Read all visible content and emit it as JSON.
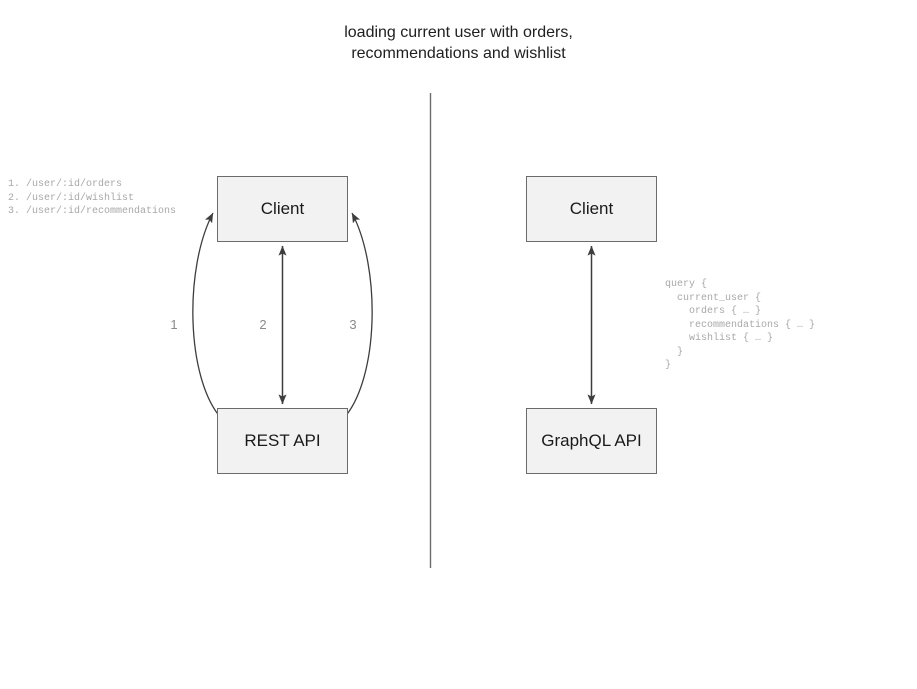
{
  "title": "loading current user with orders,\nrecommendations and wishlist",
  "colors": {
    "box_fill": "#f2f2f2",
    "box_border": "#6b6b6b",
    "stroke": "#3d3d3d",
    "divider": "#6b6b6b",
    "code_text": "#a8a8a8",
    "label_text": "#8a8a8a",
    "background": "#ffffff"
  },
  "rest_panel": {
    "client_label": "Client",
    "api_label": "REST API",
    "endpoints_text": "1. /user/:id/orders\n2. /user/:id/wishlist\n3. /user/:id/recommendations",
    "endpoints": [
      "1. /user/:id/orders",
      "2. /user/:id/wishlist",
      "3. /user/:id/recommendations"
    ],
    "arrow_labels": [
      "1",
      "2",
      "3"
    ]
  },
  "graphql_panel": {
    "client_label": "Client",
    "api_label": "GraphQL API",
    "query_text": "query {\n  current_user {\n    orders { … }\n    recommendations { … }\n    wishlist { … }\n  }\n}",
    "query_lines": [
      "query {",
      "  current_user {",
      "    orders { … }",
      "    recommendations { … }",
      "    wishlist { … }",
      "  }",
      "}"
    ]
  }
}
